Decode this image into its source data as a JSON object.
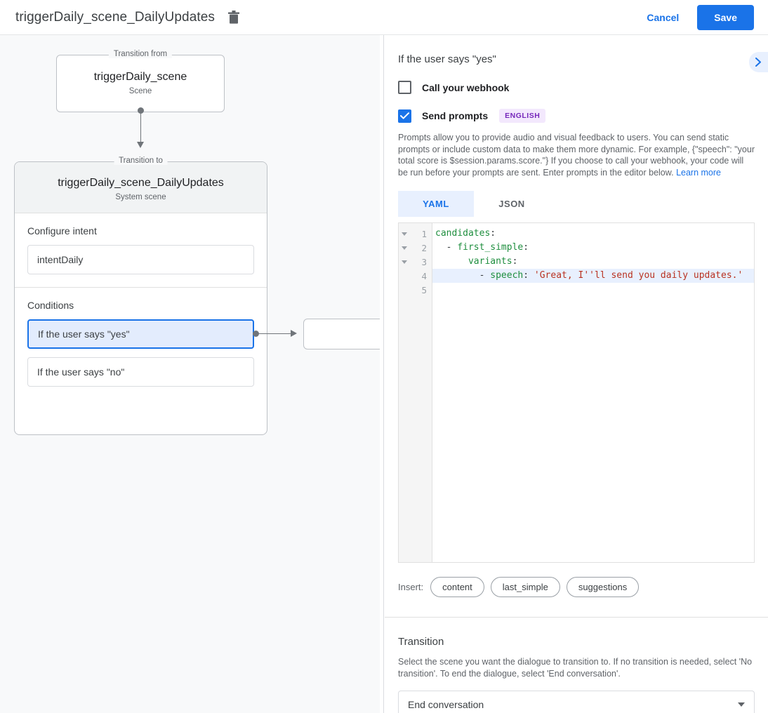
{
  "topbar": {
    "title": "triggerDaily_scene_DailyUpdates",
    "delete_icon": "trash-icon",
    "cancel_label": "Cancel",
    "save_label": "Save",
    "accent_color": "#1a73e8"
  },
  "canvas": {
    "from_node": {
      "legend": "Transition from",
      "title": "triggerDaily_scene",
      "subtitle": "Scene"
    },
    "to_node": {
      "legend": "Transition to",
      "title": "triggerDaily_scene_DailyUpdates",
      "subtitle": "System scene",
      "intent_section_label": "Configure intent",
      "intent_value": "intentDaily",
      "conditions_label": "Conditions",
      "conditions": [
        {
          "label": "If the user says \"yes\"",
          "selected": true
        },
        {
          "label": "If the user says \"no\"",
          "selected": false
        }
      ]
    }
  },
  "panel": {
    "title": "If the user says \"yes\"",
    "collapse_icon": "chevron-right-icon",
    "webhook": {
      "label": "Call your webhook",
      "checked": false
    },
    "prompts": {
      "label": "Send prompts",
      "checked": true,
      "badge": "ENGLISH",
      "badge_bg": "#f3e8fd",
      "badge_color": "#7627bb",
      "description": "Prompts allow you to provide audio and visual feedback to users. You can send static prompts or include custom data to make them more dynamic. For example, {\"speech\": \"your total score is $session.params.score.\"} If you choose to call your webhook, your code will be run before your prompts are sent. Enter prompts in the editor below.",
      "learn_more": "Learn more"
    },
    "tabs": [
      {
        "label": "YAML",
        "active": true
      },
      {
        "label": "JSON",
        "active": false
      }
    ],
    "editor": {
      "lines": [
        {
          "num": "1",
          "fold": true,
          "highlight": false,
          "tokens": [
            {
              "t": "candidates",
              "c": "k"
            },
            {
              "t": ":",
              "c": "p"
            }
          ]
        },
        {
          "num": "2",
          "fold": true,
          "highlight": false,
          "tokens": [
            {
              "t": "  - ",
              "c": "p"
            },
            {
              "t": "first_simple",
              "c": "k"
            },
            {
              "t": ":",
              "c": "p"
            }
          ]
        },
        {
          "num": "3",
          "fold": true,
          "highlight": false,
          "tokens": [
            {
              "t": "      ",
              "c": "p"
            },
            {
              "t": "variants",
              "c": "k"
            },
            {
              "t": ":",
              "c": "p"
            }
          ]
        },
        {
          "num": "4",
          "fold": false,
          "highlight": true,
          "tokens": [
            {
              "t": "        - ",
              "c": "p"
            },
            {
              "t": "speech",
              "c": "k"
            },
            {
              "t": ": ",
              "c": "p"
            },
            {
              "t": "'Great, I''ll send you daily updates.'",
              "c": "s"
            }
          ]
        },
        {
          "num": "5",
          "fold": false,
          "highlight": false,
          "tokens": []
        }
      ]
    },
    "insert": {
      "label": "Insert:",
      "chips": [
        "content",
        "last_simple",
        "suggestions"
      ]
    },
    "transition": {
      "heading": "Transition",
      "description": "Select the scene you want the dialogue to transition to. If no transition is needed, select 'No transition'. To end the dialogue, select 'End conversation'.",
      "selected": "End conversation"
    }
  }
}
